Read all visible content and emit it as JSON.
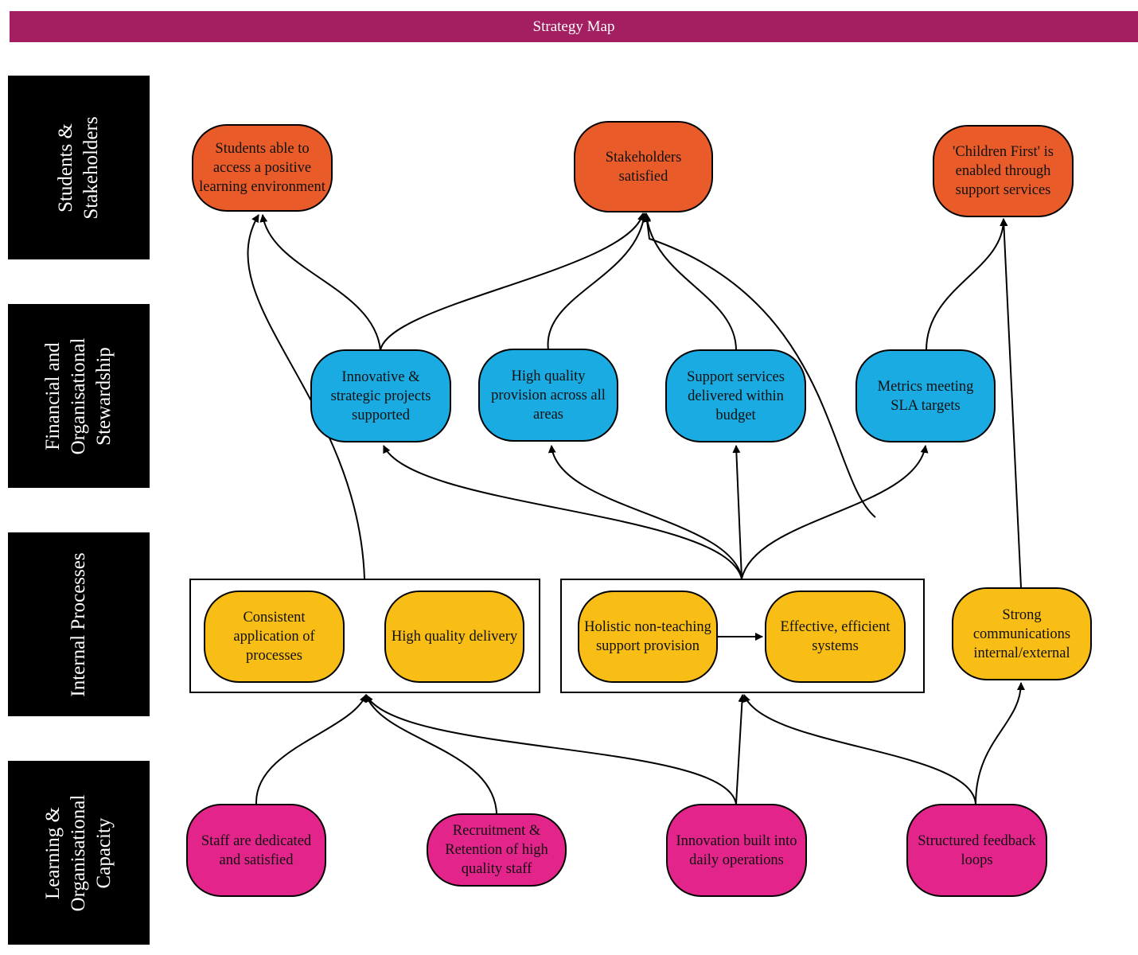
{
  "title": "Strategy Map",
  "colors": {
    "header": "#a31f61",
    "band": "#000000",
    "stakeholders": "#e95c2a",
    "financial": "#19abe2",
    "processes": "#f9be16",
    "learning": "#e3248a"
  },
  "bands": [
    {
      "label": "Students & Stakeholders"
    },
    {
      "label": "Financial and Organisational Stewardship"
    },
    {
      "label": "Internal Processes"
    },
    {
      "label": "Learning & Organisational Capacity"
    }
  ],
  "nodes": {
    "students": "Students able to access a positive learning environment",
    "stakeholders": "Stakeholders satisfied",
    "children_first": "'Children First' is enabled through support services",
    "innovative_projects": "Innovative & strategic projects supported",
    "high_quality_provision": "High quality provision across all areas",
    "support_budget": "Support services delivered within budget",
    "metrics_sla": "Metrics meeting SLA targets",
    "consistent_processes": "Consistent application of processes",
    "high_quality_delivery": "High quality delivery",
    "holistic_support": "Holistic non-teaching support provision",
    "effective_systems": "Effective, efficient systems",
    "strong_communications": "Strong communications internal/external",
    "staff_dedicated": "Staff are dedicated and satisfied",
    "recruitment_retention": "Recruitment & Retention of high quality staff",
    "innovation_daily": "Innovation built into daily operations",
    "feedback_loops": "Structured feedback loops"
  }
}
